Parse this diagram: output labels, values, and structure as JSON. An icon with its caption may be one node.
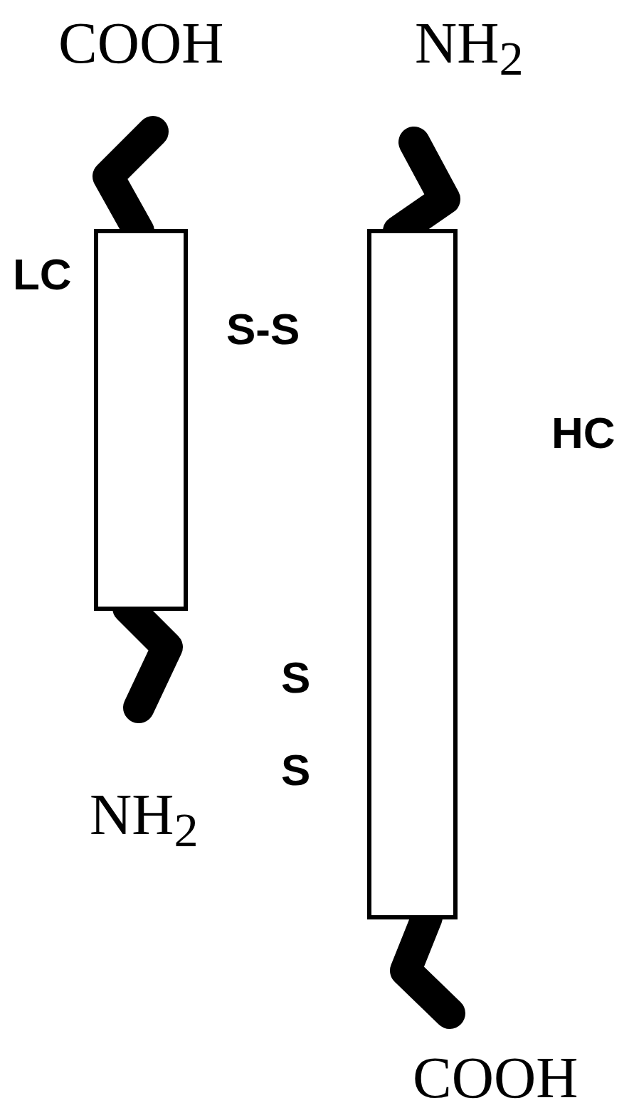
{
  "diagram": {
    "nodes": [
      {
        "text": [],
        "shape": "box",
        "beside": [
          "LC"
        ]
      },
      {
        "text": [],
        "shape": "box",
        "beside": [
          "HC"
        ]
      }
    ],
    "labels": [
      "COOH",
      "NH$_{2}$",
      "S-S",
      "S",
      "S",
      "NH$_{2}$",
      "COOH"
    ]
  }
}
